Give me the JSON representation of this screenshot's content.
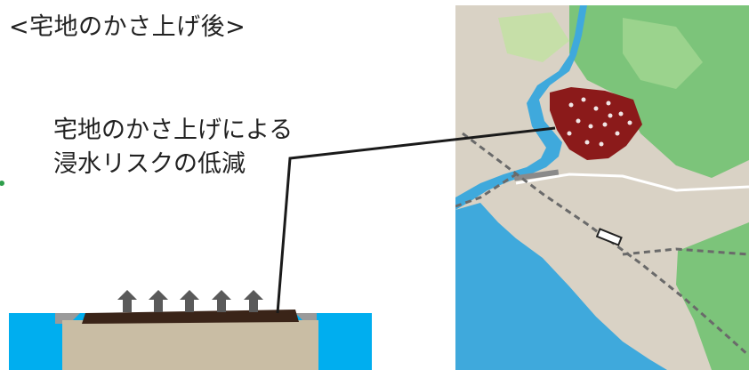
{
  "diagram": {
    "title": "<宅地のかさ上げ後>",
    "callout_lines": [
      "宅地のかさ上げによる",
      "浸水リスクの低減"
    ]
  },
  "colors": {
    "water": "#00aeef",
    "ground": "#c9bda4",
    "raised_layer": "#3a2418",
    "arrow": "#5a5a5a",
    "map_water": "#3fa9dc",
    "map_town": "#d9d2c5",
    "map_forest": "#7cc47a",
    "highlight_area": "#8b1a1a"
  },
  "icons": {
    "uplift": "up-arrow-icon",
    "protected_area": "highlighted-area-marker"
  }
}
